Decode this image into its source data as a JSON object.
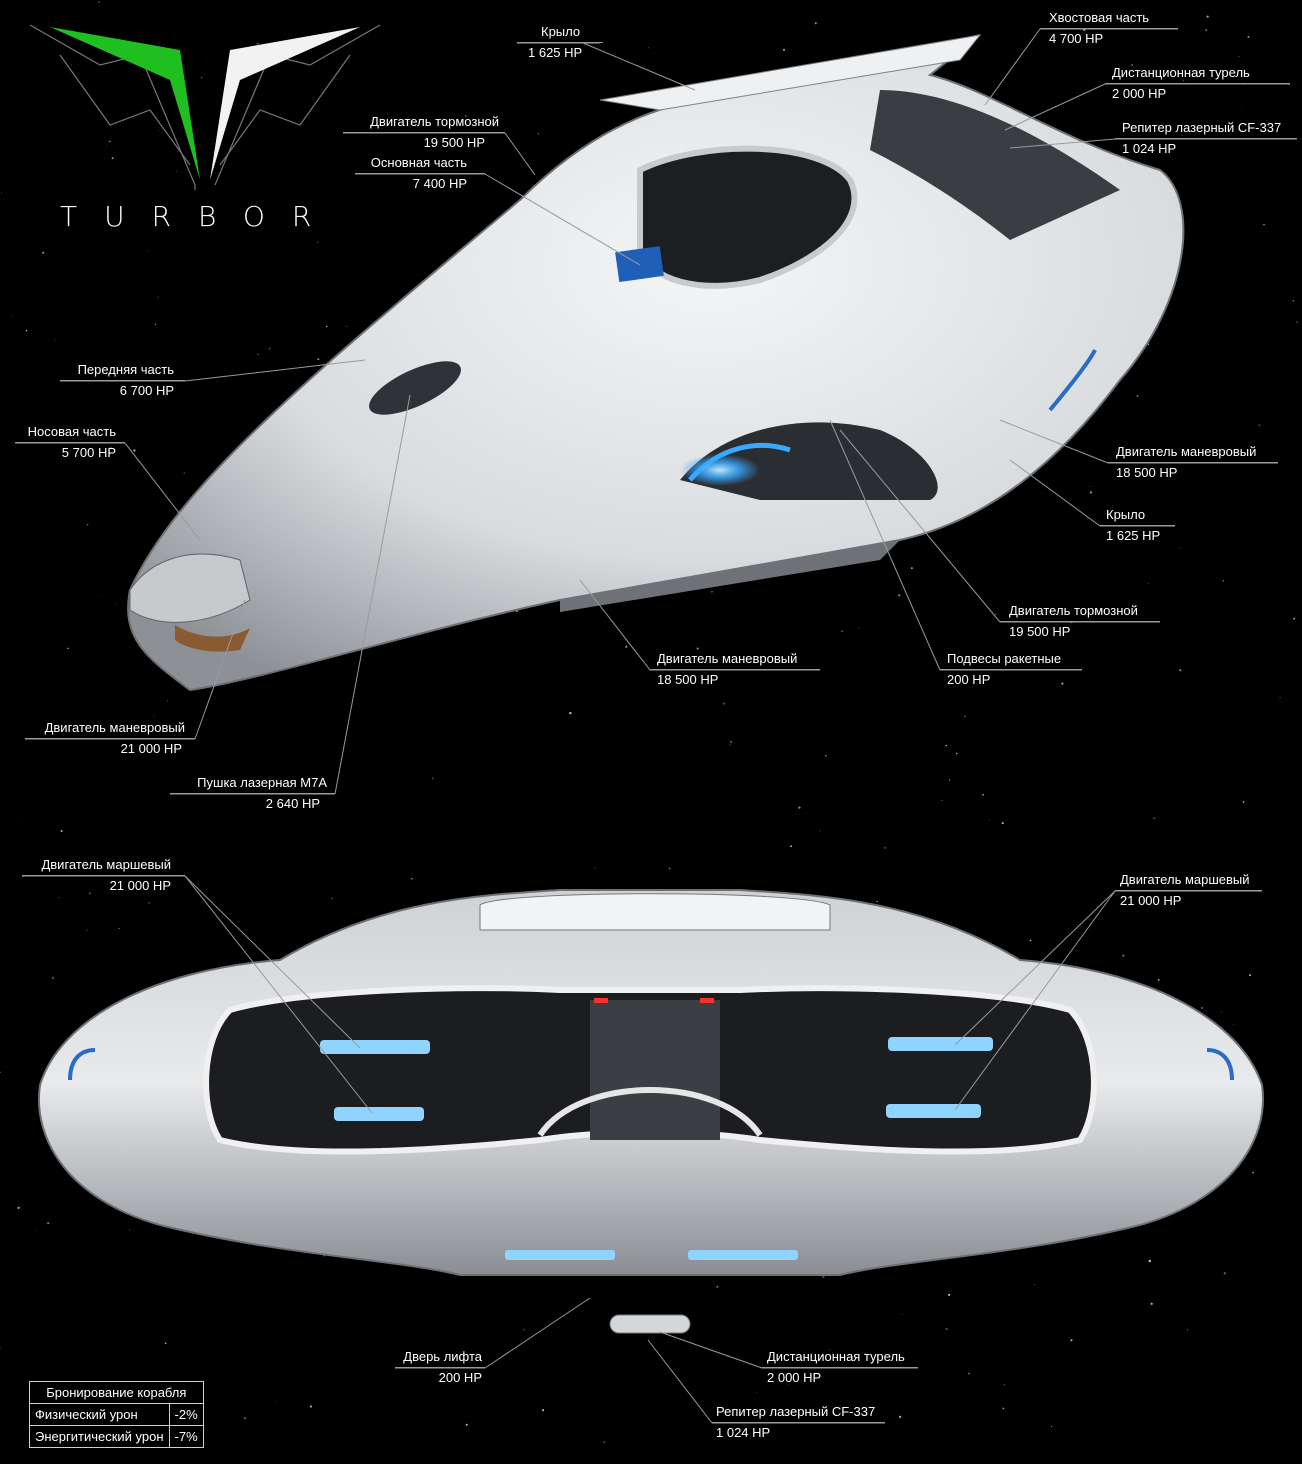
{
  "brand": {
    "name": "TURBOR"
  },
  "colors": {
    "logo_green": "#1fbf1f",
    "accent_blue": "#39a8ff",
    "hull": "#e6e8ea",
    "background": "#000000"
  },
  "callouts": [
    {
      "id": "c1",
      "name": "Крыло",
      "hp": "1 625 HP"
    },
    {
      "id": "c2",
      "name": "Хвостовая часть",
      "hp": "4 700 HP"
    },
    {
      "id": "c3",
      "name": "Дистанционная турель",
      "hp": "2 000 HP"
    },
    {
      "id": "c4",
      "name": "Репитер лазерный CF-337",
      "hp": "1 024 HP"
    },
    {
      "id": "c5",
      "name": "Двигатель тормозной",
      "hp": "19 500 HP"
    },
    {
      "id": "c6",
      "name": "Основная часть",
      "hp": "7 400 HP"
    },
    {
      "id": "c7",
      "name": "Передняя часть",
      "hp": "6 700 HP"
    },
    {
      "id": "c8",
      "name": "Носовая часть",
      "hp": "5 700 HP"
    },
    {
      "id": "c9",
      "name": "Двигатель маневровый",
      "hp": "18 500 HP"
    },
    {
      "id": "c10",
      "name": "Крыло",
      "hp": "1 625 HP"
    },
    {
      "id": "c11",
      "name": "Двигатель тормозной",
      "hp": "19 500 HP"
    },
    {
      "id": "c12",
      "name": "Подвесы ракетные",
      "hp": "200 HP"
    },
    {
      "id": "c13",
      "name": "Двигатель маневровый",
      "hp": "18 500 HP"
    },
    {
      "id": "c14",
      "name": "Двигатель маневровый",
      "hp": "21 000 HP"
    },
    {
      "id": "c15",
      "name": "Пушка лазерная M7A",
      "hp": "2 640 HP"
    },
    {
      "id": "c16",
      "name": "Двигатель маршевый",
      "hp": "21 000 HP"
    },
    {
      "id": "c17",
      "name": "Двигатель маршевый",
      "hp": "21 000 HP"
    },
    {
      "id": "c18",
      "name": "Дверь лифта",
      "hp": "200 HP"
    },
    {
      "id": "c19",
      "name": "Дистанционная турель",
      "hp": "2 000 HP"
    },
    {
      "id": "c20",
      "name": "Репитер лазерный CF-337",
      "hp": "1 024 HP"
    }
  ],
  "armor_table": {
    "title": "Бронирование корабля",
    "rows": [
      {
        "label": "Физический урон",
        "value": "-2%"
      },
      {
        "label": "Энергитический урон",
        "value": "-7%"
      }
    ]
  }
}
